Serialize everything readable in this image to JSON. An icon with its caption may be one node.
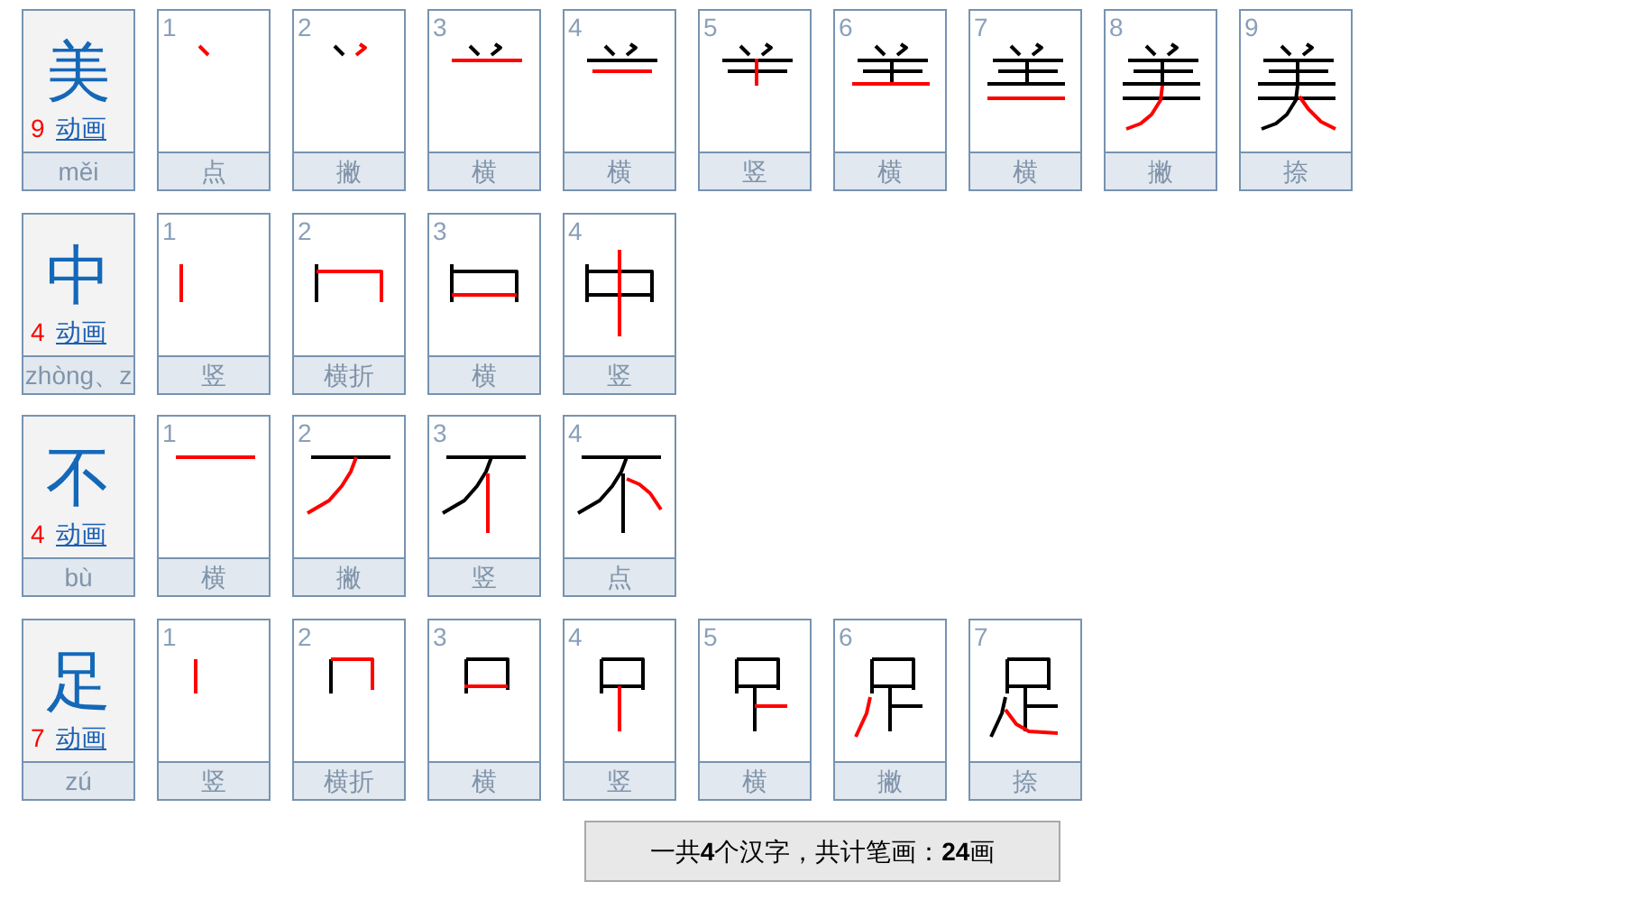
{
  "diagram": {
    "nodes": [
      {
        "text": [
          "美",
          "9",
          "动画",
          "měi"
        ]
      },
      {
        "text": [
          "1",
          "点"
        ]
      },
      {
        "text": [
          "2",
          "撇"
        ]
      },
      {
        "text": [
          "3",
          "横"
        ]
      },
      {
        "text": [
          "4",
          "横"
        ]
      },
      {
        "text": [
          "5",
          "竖"
        ]
      },
      {
        "text": [
          "6",
          "横"
        ]
      },
      {
        "text": [
          "7",
          "横"
        ]
      },
      {
        "text": [
          "8",
          "撇"
        ]
      },
      {
        "text": [
          "9",
          "捺"
        ]
      },
      {
        "text": [
          "中",
          "4",
          "动画",
          "zhòng、z"
        ]
      },
      {
        "text": [
          "1",
          "竖"
        ]
      },
      {
        "text": [
          "2",
          "横折"
        ]
      },
      {
        "text": [
          "3",
          "横"
        ]
      },
      {
        "text": [
          "4",
          "竖"
        ]
      },
      {
        "text": [
          "不",
          "4",
          "动画",
          "bù"
        ]
      },
      {
        "text": [
          "1",
          "横"
        ]
      },
      {
        "text": [
          "2",
          "撇"
        ]
      },
      {
        "text": [
          "3",
          "竖"
        ]
      },
      {
        "text": [
          "4",
          "点"
        ]
      },
      {
        "text": [
          "足",
          "7",
          "动画",
          "zú"
        ]
      },
      {
        "text": [
          "1",
          "竖"
        ]
      },
      {
        "text": [
          "2",
          "横折"
        ]
      },
      {
        "text": [
          "3",
          "横"
        ]
      },
      {
        "text": [
          "4",
          "竖"
        ]
      },
      {
        "text": [
          "5",
          "横"
        ]
      },
      {
        "text": [
          "6",
          "撇"
        ]
      },
      {
        "text": [
          "7",
          "捺"
        ]
      },
      {
        "text": [
          "一共**4**个汉字，共计笔画：**24**画"
        ]
      }
    ]
  }
}
